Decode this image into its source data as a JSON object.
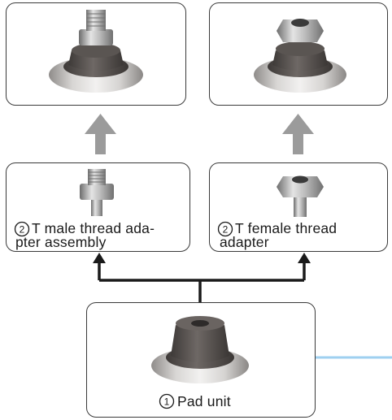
{
  "components": {
    "male_adapter": {
      "num": "2",
      "line1": "T male thread ada-",
      "line2": "pter assembly"
    },
    "female_adapter": {
      "num": "2",
      "line1": "T female thread",
      "line2": "adapter"
    },
    "pad_unit": {
      "num": "1",
      "label": "Pad unit"
    }
  },
  "colors": {
    "border": "#3a3a3a",
    "arrow_gray": "#9b9b9b",
    "connector": "#1a1a1a",
    "pad_outer": "#b9b6b4",
    "pad_inner": "#5f5a57",
    "metal": "#b5b5b5",
    "blue_line": "#9fd0f0"
  }
}
